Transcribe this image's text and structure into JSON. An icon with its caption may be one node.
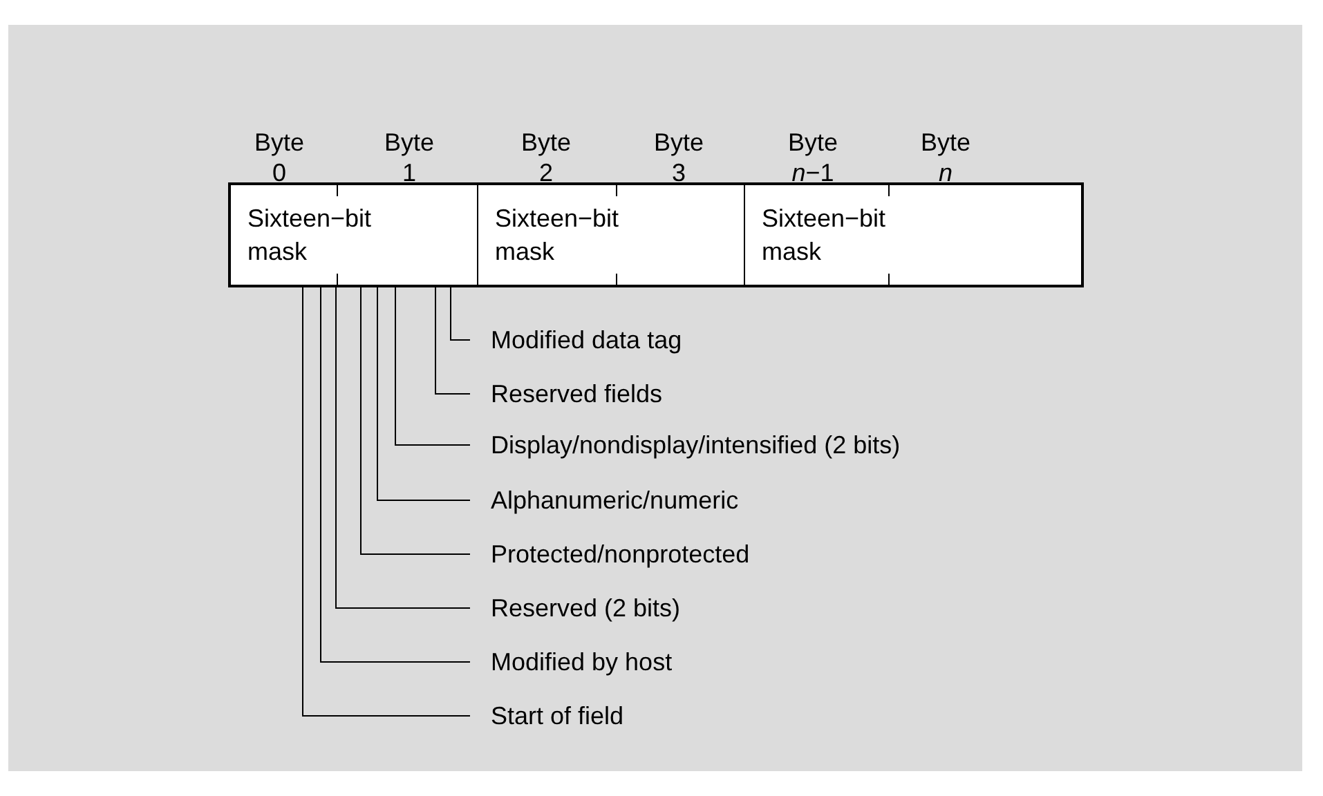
{
  "diagram": {
    "nodes": [
      {
        "text": [
          "Sixteen−bit mask"
        ]
      },
      {
        "text": [
          "Sixteen−bit mask"
        ]
      },
      {
        "text": [
          "Sixteen−bit mask"
        ]
      },
      {
        "text": [
          "Modified data tag"
        ]
      },
      {
        "text": [
          "Reserved fields"
        ]
      },
      {
        "text": [
          "Display/nondisplay/intensified (2 bits)"
        ]
      },
      {
        "text": [
          "Alphanumeric/numeric"
        ]
      },
      {
        "text": [
          "Protected/nonprotected"
        ]
      },
      {
        "text": [
          "Reserved (2 bits)"
        ]
      },
      {
        "text": [
          "Modified by host"
        ]
      },
      {
        "text": [
          "Start of field"
        ]
      }
    ],
    "edges": [
      {
        "from": 3,
        "to": 0,
        "arrow": "none"
      },
      {
        "from": 4,
        "to": 0,
        "arrow": "none"
      },
      {
        "from": 5,
        "to": 0,
        "arrow": "none"
      },
      {
        "from": 6,
        "to": 0,
        "arrow": "none"
      },
      {
        "from": 7,
        "to": 0,
        "arrow": "none"
      },
      {
        "from": 8,
        "to": 0,
        "arrow": "none"
      },
      {
        "from": 9,
        "to": 0,
        "arrow": "none"
      },
      {
        "from": 10,
        "to": 0,
        "arrow": "none"
      }
    ],
    "labels": [
      "Byte 0",
      "Byte 1",
      "Byte 2",
      "Byte 3",
      "Byte *n*−1",
      "Byte *n*"
    ]
  }
}
